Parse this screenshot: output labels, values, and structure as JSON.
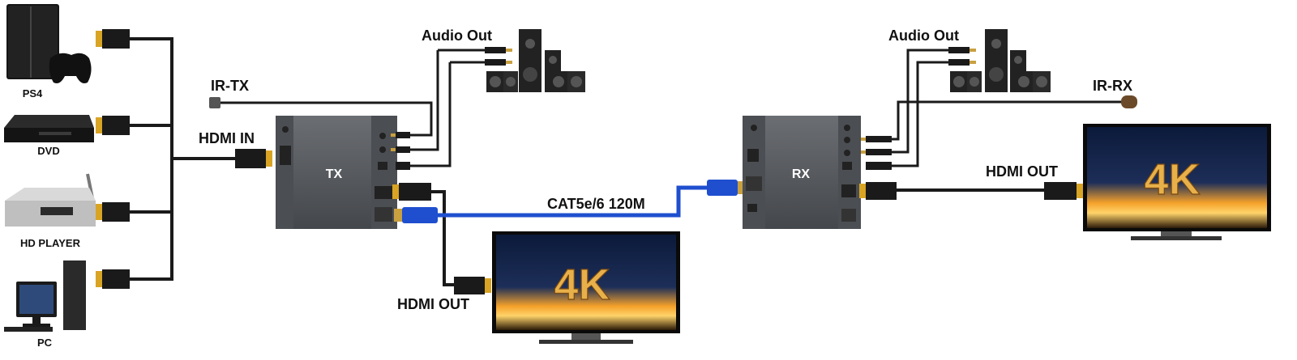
{
  "sources": {
    "ps4": "PS4",
    "dvd": "DVD",
    "hd_player": "HD PLAYER",
    "pc": "PC"
  },
  "tx": {
    "label": "TX",
    "hdmi_in": "HDMI IN",
    "ir": "IR-TX",
    "audio_out": "Audio Out",
    "hdmi_out": "HDMI OUT"
  },
  "link": {
    "cable": "CAT5e/6 120M"
  },
  "rx": {
    "label": "RX",
    "ir": "IR-RX",
    "audio_out": "Audio Out",
    "hdmi_out": "HDMI OUT"
  },
  "tv_badge": "4K",
  "colors": {
    "cable_black": "#1a1a1a",
    "cable_blue": "#1f4fcf",
    "device_gray": "#5c5f63",
    "hdmi_gold": "#d9a424",
    "tv_glow": "#f4a12a"
  }
}
